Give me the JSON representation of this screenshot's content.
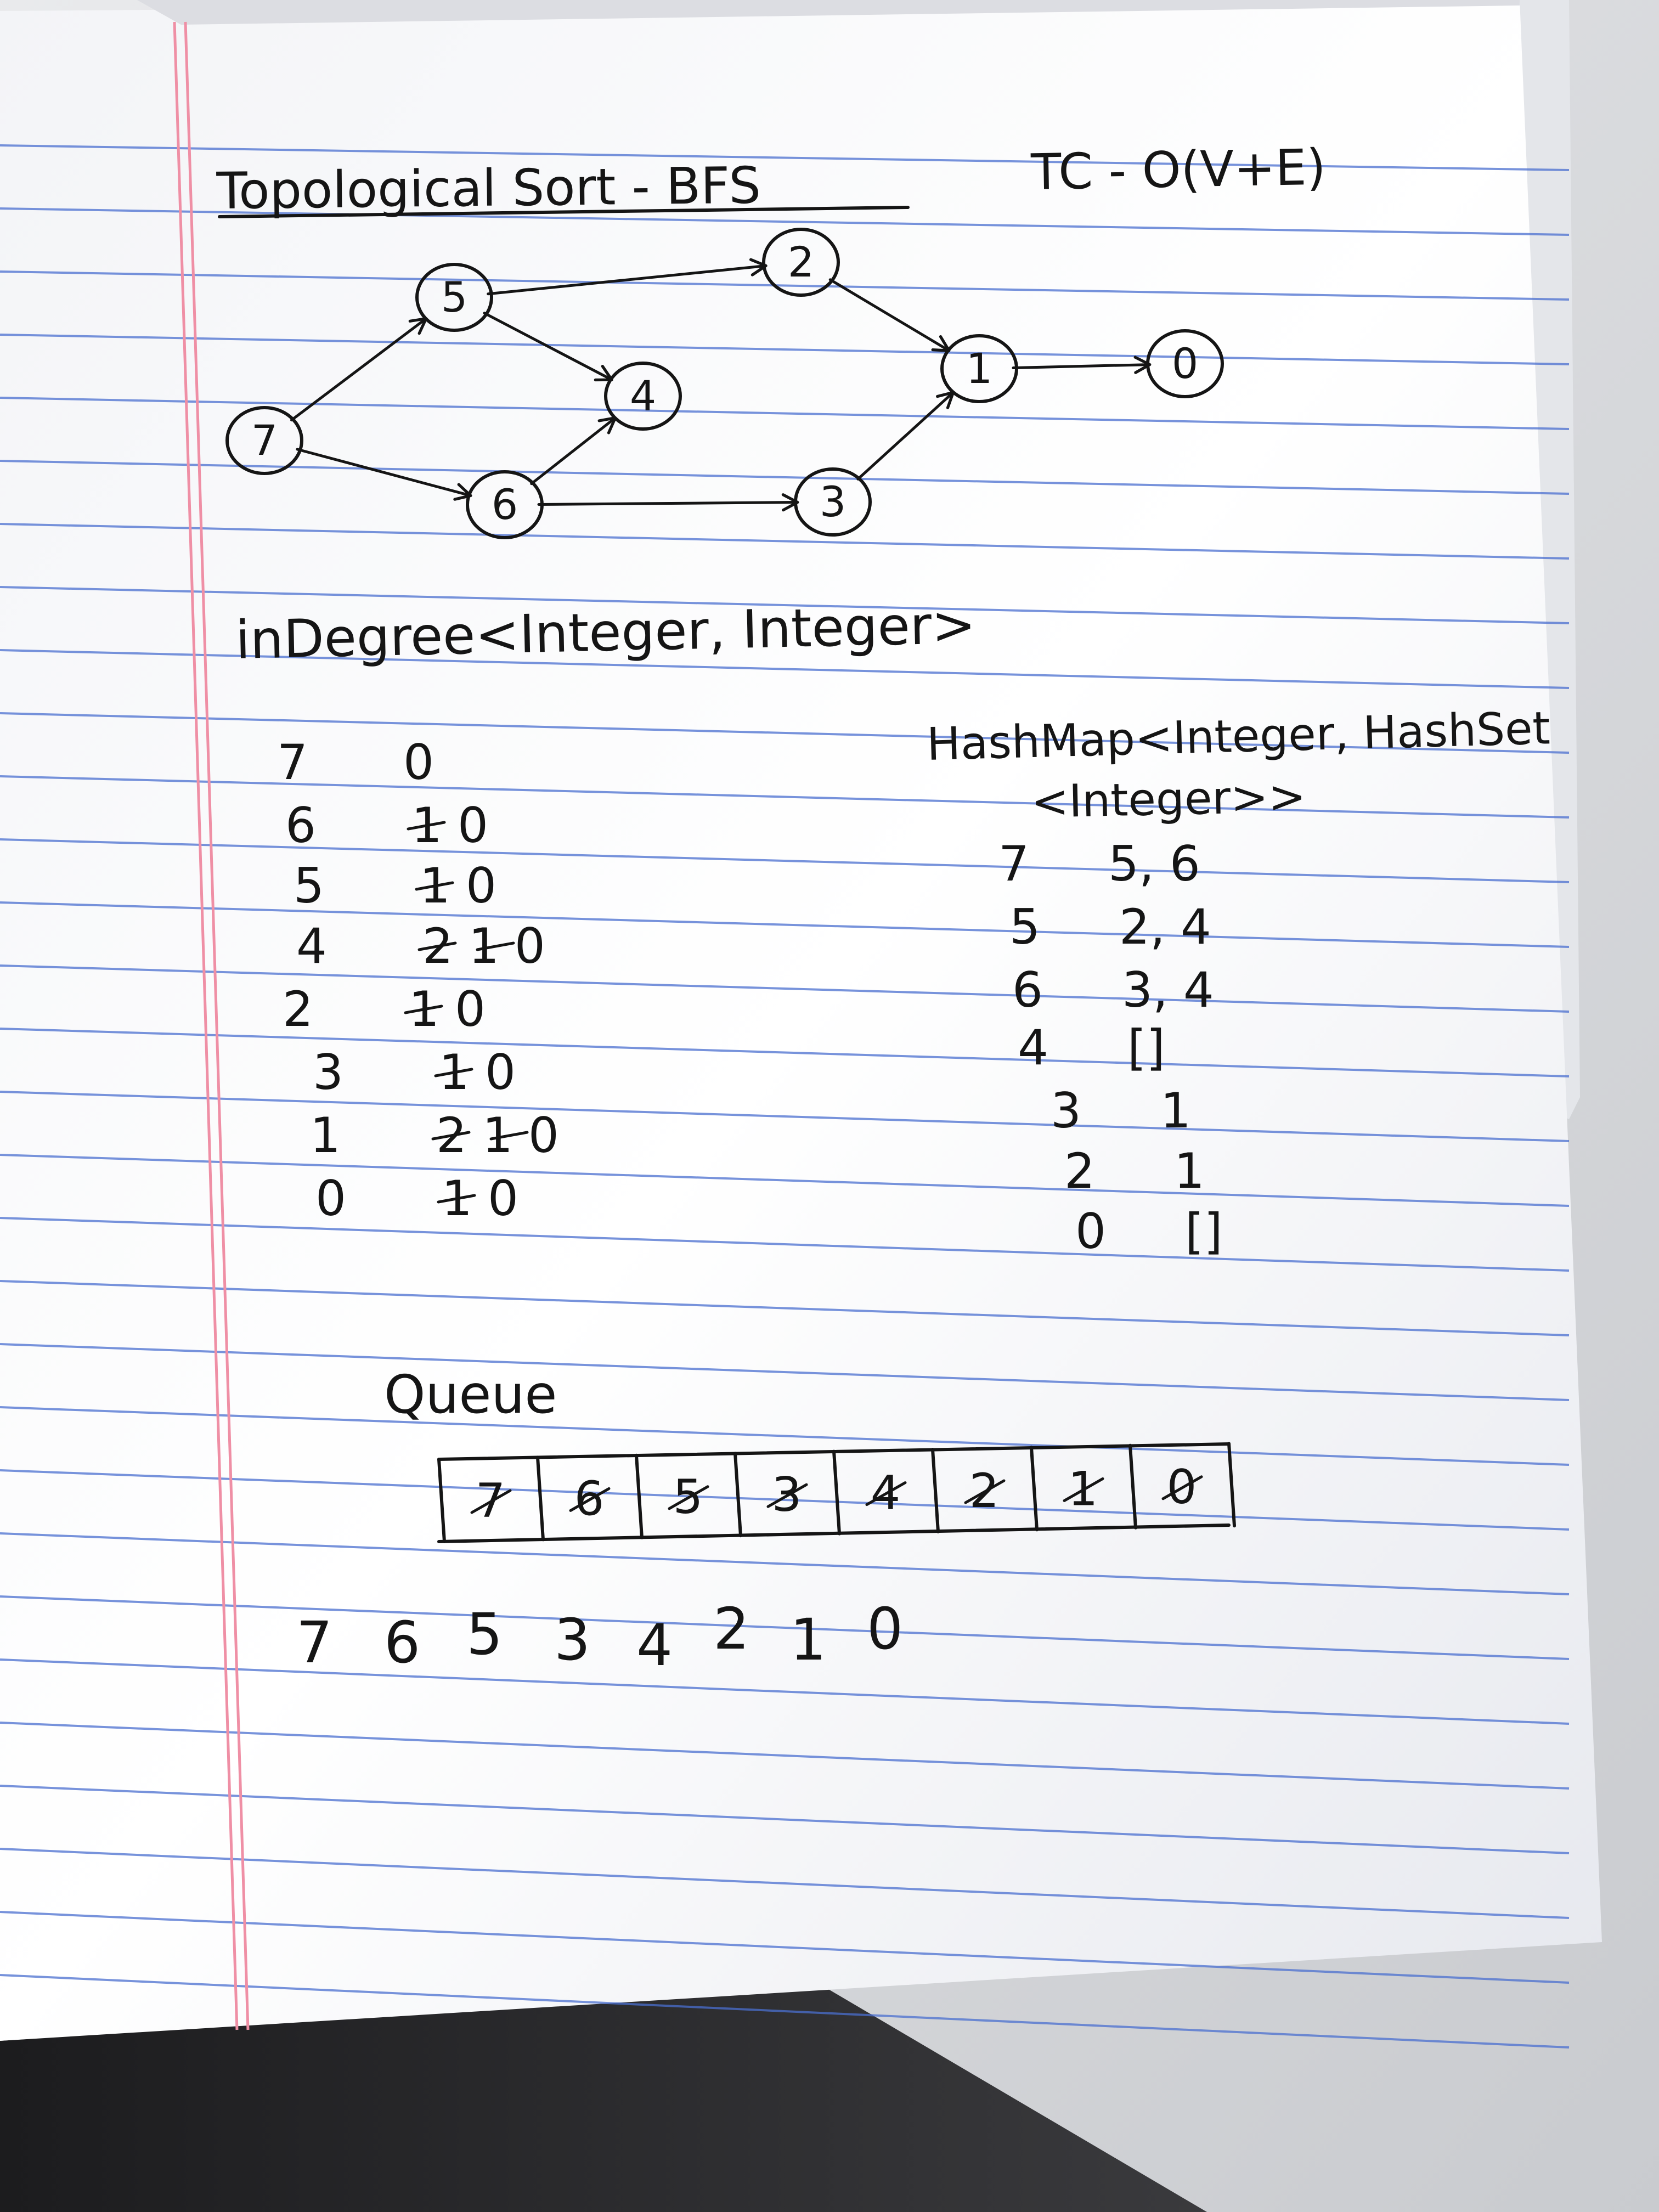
{
  "header": {
    "title": "Topological Sort - BFS",
    "complexity": "TC - O(V+E)"
  },
  "graph": {
    "nodes": [
      "7",
      "5",
      "6",
      "4",
      "2",
      "3",
      "1",
      "0"
    ],
    "edges": [
      [
        "7",
        "5"
      ],
      [
        "7",
        "6"
      ],
      [
        "5",
        "2"
      ],
      [
        "5",
        "4"
      ],
      [
        "6",
        "4"
      ],
      [
        "6",
        "3"
      ],
      [
        "2",
        "1"
      ],
      [
        "3",
        "1"
      ],
      [
        "1",
        "0"
      ]
    ]
  },
  "indegree": {
    "heading": "inDegree<Integer, Integer>",
    "rows": [
      {
        "node": "7",
        "value": "0"
      },
      {
        "node": "6",
        "value": "1 0"
      },
      {
        "node": "5",
        "value": "1 0"
      },
      {
        "node": "4",
        "value": "2 1 0"
      },
      {
        "node": "2",
        "value": "1 0"
      },
      {
        "node": "3",
        "value": "1 0"
      },
      {
        "node": "1",
        "value": "2 1 0"
      },
      {
        "node": "0",
        "value": "1 0"
      }
    ]
  },
  "hashmap": {
    "heading_line1": "HashMap<Integer, HashSet",
    "heading_line2": "<Integer>>",
    "rows": [
      {
        "node": "7",
        "value": "5, 6"
      },
      {
        "node": "5",
        "value": "2, 4"
      },
      {
        "node": "6",
        "value": "3, 4"
      },
      {
        "node": "4",
        "value": "[]"
      },
      {
        "node": "3",
        "value": "1"
      },
      {
        "node": "2",
        "value": "1"
      },
      {
        "node": "0",
        "value": "[]"
      }
    ]
  },
  "queue": {
    "label": "Queue",
    "cells": [
      "7",
      "6",
      "5",
      "3",
      "4",
      "2",
      "1",
      "0"
    ]
  },
  "result": {
    "order": [
      "7",
      "6",
      "5",
      "3",
      "4",
      "2",
      "1",
      "0"
    ]
  }
}
